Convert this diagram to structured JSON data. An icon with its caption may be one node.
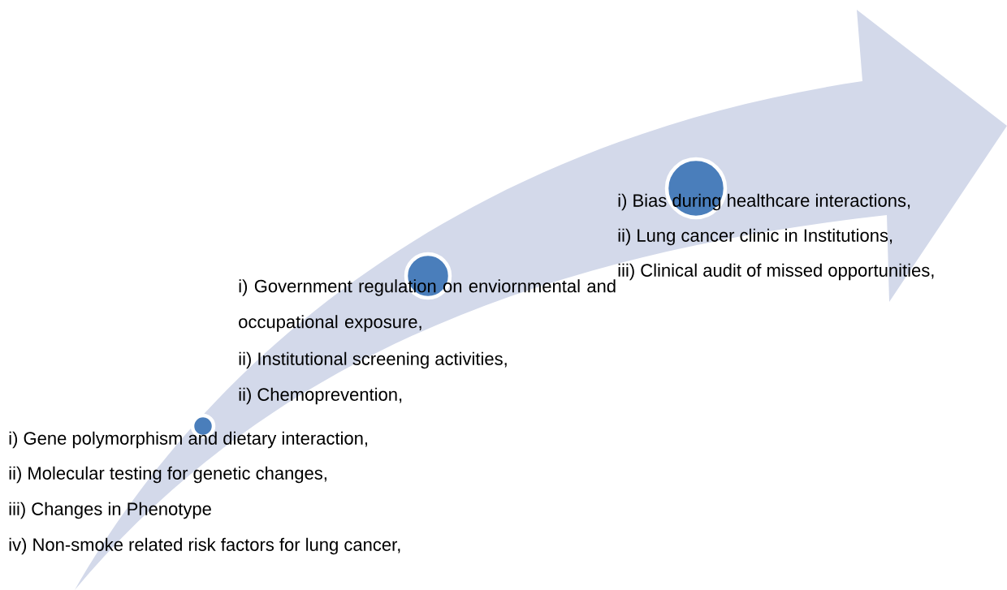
{
  "diagram": {
    "nodes": [
      {
        "text": [],
        "shape": "circle"
      },
      {
        "text": [],
        "shape": "circle"
      },
      {
        "text": [],
        "shape": "circle"
      }
    ],
    "labels": [
      "i) Bias during healthcare interactions,",
      "ii) Lung cancer clinic in Institutions,",
      "iii) Clinical audit of missed opportunities,",
      "i) Government regulation on enviornmental and occupational exposure,",
      "ii) Institutional screening activities,",
      "ii) Chemoprevention,",
      "i) Gene polymorphism and dietary interaction,",
      "ii) Molecular testing for genetic changes,",
      "iii) Changes in Phenotype",
      "iv) Non-smoke related risk factors for lung cancer,"
    ]
  }
}
